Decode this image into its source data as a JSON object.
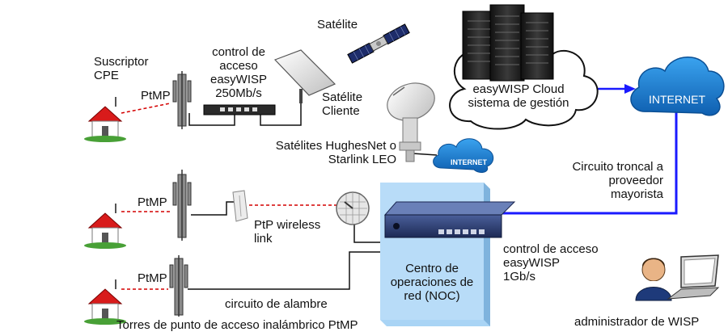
{
  "labels": {
    "subscriber_cpe": "Suscriptor\nCPE",
    "ptmp_top": "PtMP",
    "ptmp_mid": "PtMP",
    "ptmp_bottom": "PtMP",
    "control_250": "control de\nacceso\neasyWISP\n250Mb/s",
    "satellite": "Satélite",
    "client_satellite": "Satélite\nCliente",
    "cloud_service": "easyWISP Cloud\nsistema de gestión",
    "internet_main": "INTERNET",
    "internet_small": "INTERNET",
    "sat_providers": "Satélites HughesNet o\nStarlink LEO",
    "trunk_circuit": "Circuito troncal a\nproveedor\nmayorista",
    "ptp_link": "PtP wireless\nlink",
    "noc": "Centro de\noperaciones de\nred (NOC)",
    "control_1g": "control de acceso\neasyWISP\n1Gb/s",
    "wire_circuit": "circuito de alambre",
    "towers_caption": "Torres de punto de acceso inalámbrico PtMP",
    "wisp_admin": "administrador de WISP"
  },
  "colors": {
    "link_blue": "#1a1aff",
    "wireless_red": "#d40000",
    "noc_box": "#a9d4f5",
    "cloud_blue": "#1e88d8"
  }
}
